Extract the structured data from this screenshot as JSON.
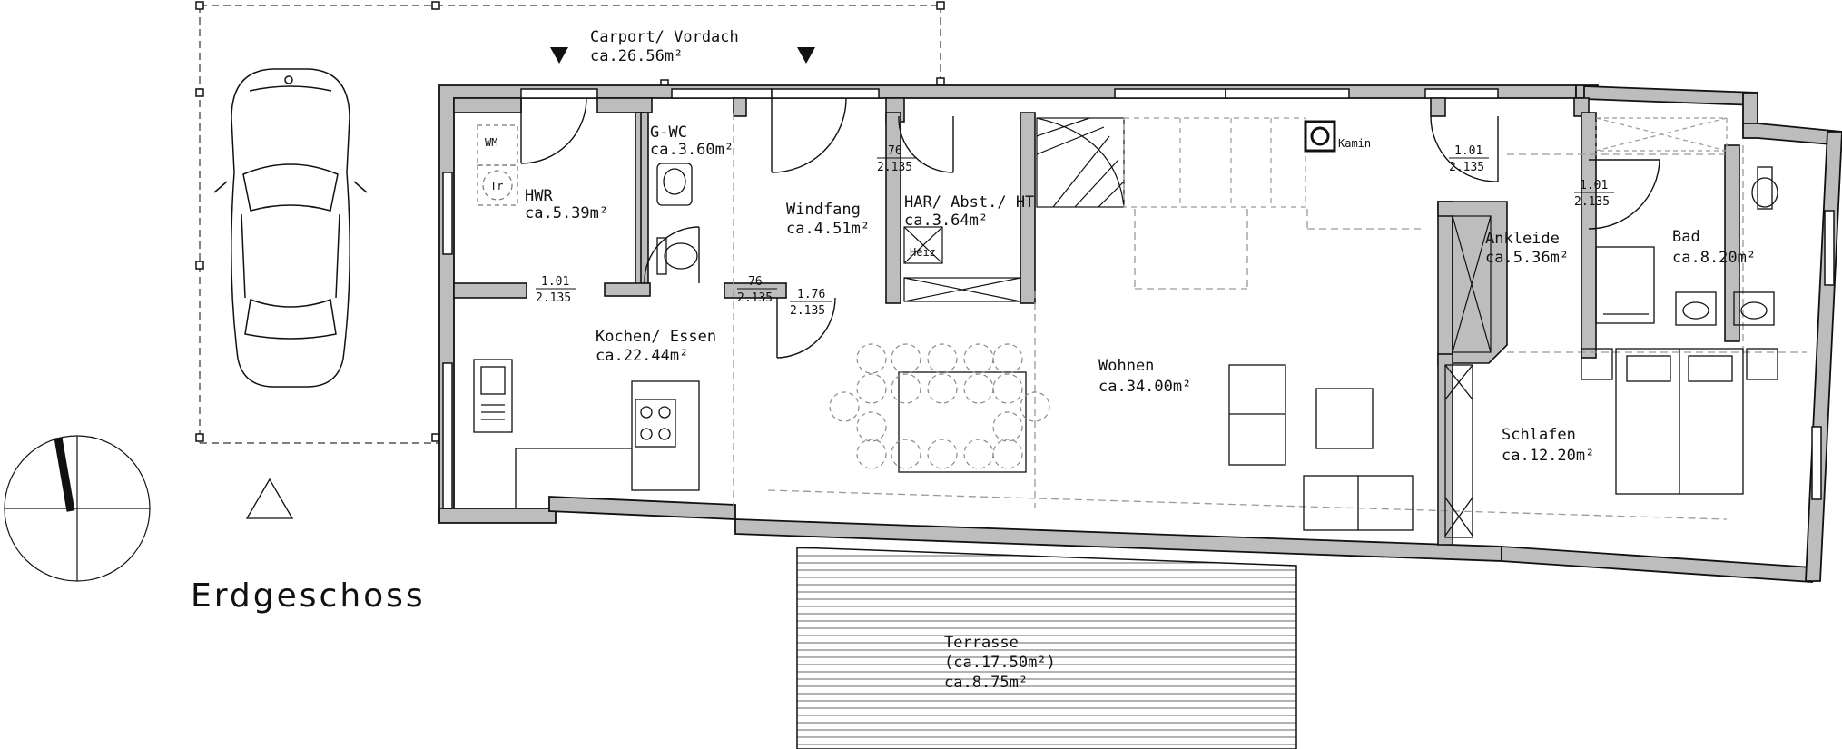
{
  "plan": {
    "title": "Erdgeschoss",
    "rooms": [
      {
        "id": "carport",
        "name": "Carport/ Vordach",
        "area": "ca.26.56m²"
      },
      {
        "id": "hwr",
        "name": "HWR",
        "area": "ca.5.39m²"
      },
      {
        "id": "gwc",
        "name": "G-WC",
        "area": "ca.3.60m²"
      },
      {
        "id": "windfang",
        "name": "Windfang",
        "area": "ca.4.51m²"
      },
      {
        "id": "har",
        "name": "HAR/ Abst./ HT",
        "area": "ca.3.64m²"
      },
      {
        "id": "kochen",
        "name": "Kochen/ Essen",
        "area": "ca.22.44m²"
      },
      {
        "id": "wohnen",
        "name": "Wohnen",
        "area": "ca.34.00m²"
      },
      {
        "id": "ankleide",
        "name": "Ankleide",
        "area": "ca.5.36m²"
      },
      {
        "id": "bad",
        "name": "Bad",
        "area": "ca.8.20m²"
      },
      {
        "id": "schlafen",
        "name": "Schlafen",
        "area": "ca.12.20m²"
      },
      {
        "id": "terrasse",
        "name": "Terrasse",
        "area_gross": "(ca.17.50m²)",
        "area": "ca.8.75m²"
      }
    ],
    "doors": [
      {
        "id": "d-hwr",
        "width": "1.01",
        "height": "2.135"
      },
      {
        "id": "d-wc",
        "width": "76",
        "height": "2.135"
      },
      {
        "id": "d-har",
        "width": "76",
        "height": "2.135"
      },
      {
        "id": "d-windfang",
        "width": "1.76",
        "height": "2.135"
      },
      {
        "id": "d-ankleide",
        "width": "1.01",
        "height": "2.135"
      },
      {
        "id": "d-bad",
        "width": "1.01",
        "height": "2.135"
      }
    ],
    "fixtures": {
      "washer": "WM",
      "dryer": "Tr",
      "heating": "Heiz",
      "fireplace": "Kamin"
    },
    "colors": {
      "wall": "#bdbdbd",
      "line": "#111111",
      "dash": "#999999"
    }
  }
}
